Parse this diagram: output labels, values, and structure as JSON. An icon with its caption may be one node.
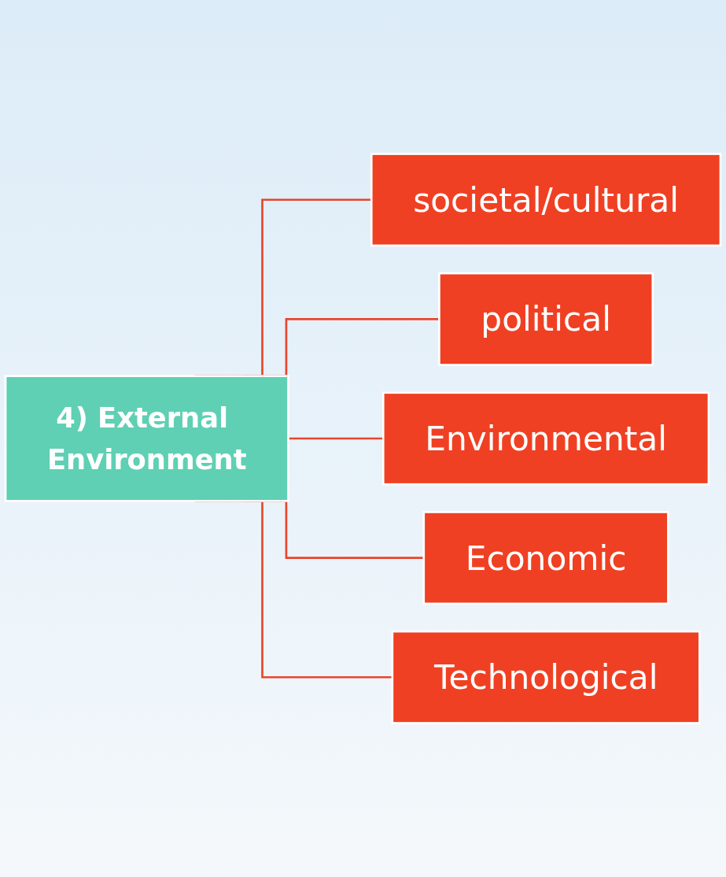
{
  "diagram": {
    "nodes": [
      {
        "text": [
          "4) External Environment"
        ]
      },
      {
        "text": [
          "societal/cultural"
        ]
      },
      {
        "text": [
          "political"
        ]
      },
      {
        "text": [
          "Environmental"
        ]
      },
      {
        "text": [
          "Economic"
        ]
      },
      {
        "text": [
          "Technological"
        ]
      }
    ],
    "edges": [
      {
        "from": 0,
        "to": 1,
        "arrow": "none"
      },
      {
        "from": 0,
        "to": 2,
        "arrow": "none"
      },
      {
        "from": 0,
        "to": 3,
        "arrow": "none"
      },
      {
        "from": 0,
        "to": 4,
        "arrow": "none"
      },
      {
        "from": 0,
        "to": 5,
        "arrow": "none"
      }
    ]
  }
}
